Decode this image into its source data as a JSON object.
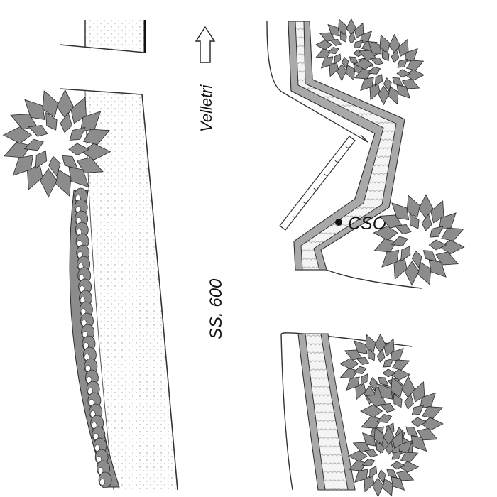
{
  "map": {
    "labels": {
      "direction": "Velletri",
      "road": "SS. 600",
      "station": "CSO"
    },
    "icons": {
      "direction_arrow": "up-arrow-icon",
      "station_marker": "point-marker-icon",
      "tree": "tree-canopy-icon",
      "hedge": "hedge-icon"
    },
    "colors": {
      "foliage": "#8c8c8c",
      "foliage_stroke": "#2a2a2a",
      "sidewalk_fill": "#f2f2f2",
      "wall_gray": "#a9a9a9",
      "line": "#333333"
    }
  }
}
